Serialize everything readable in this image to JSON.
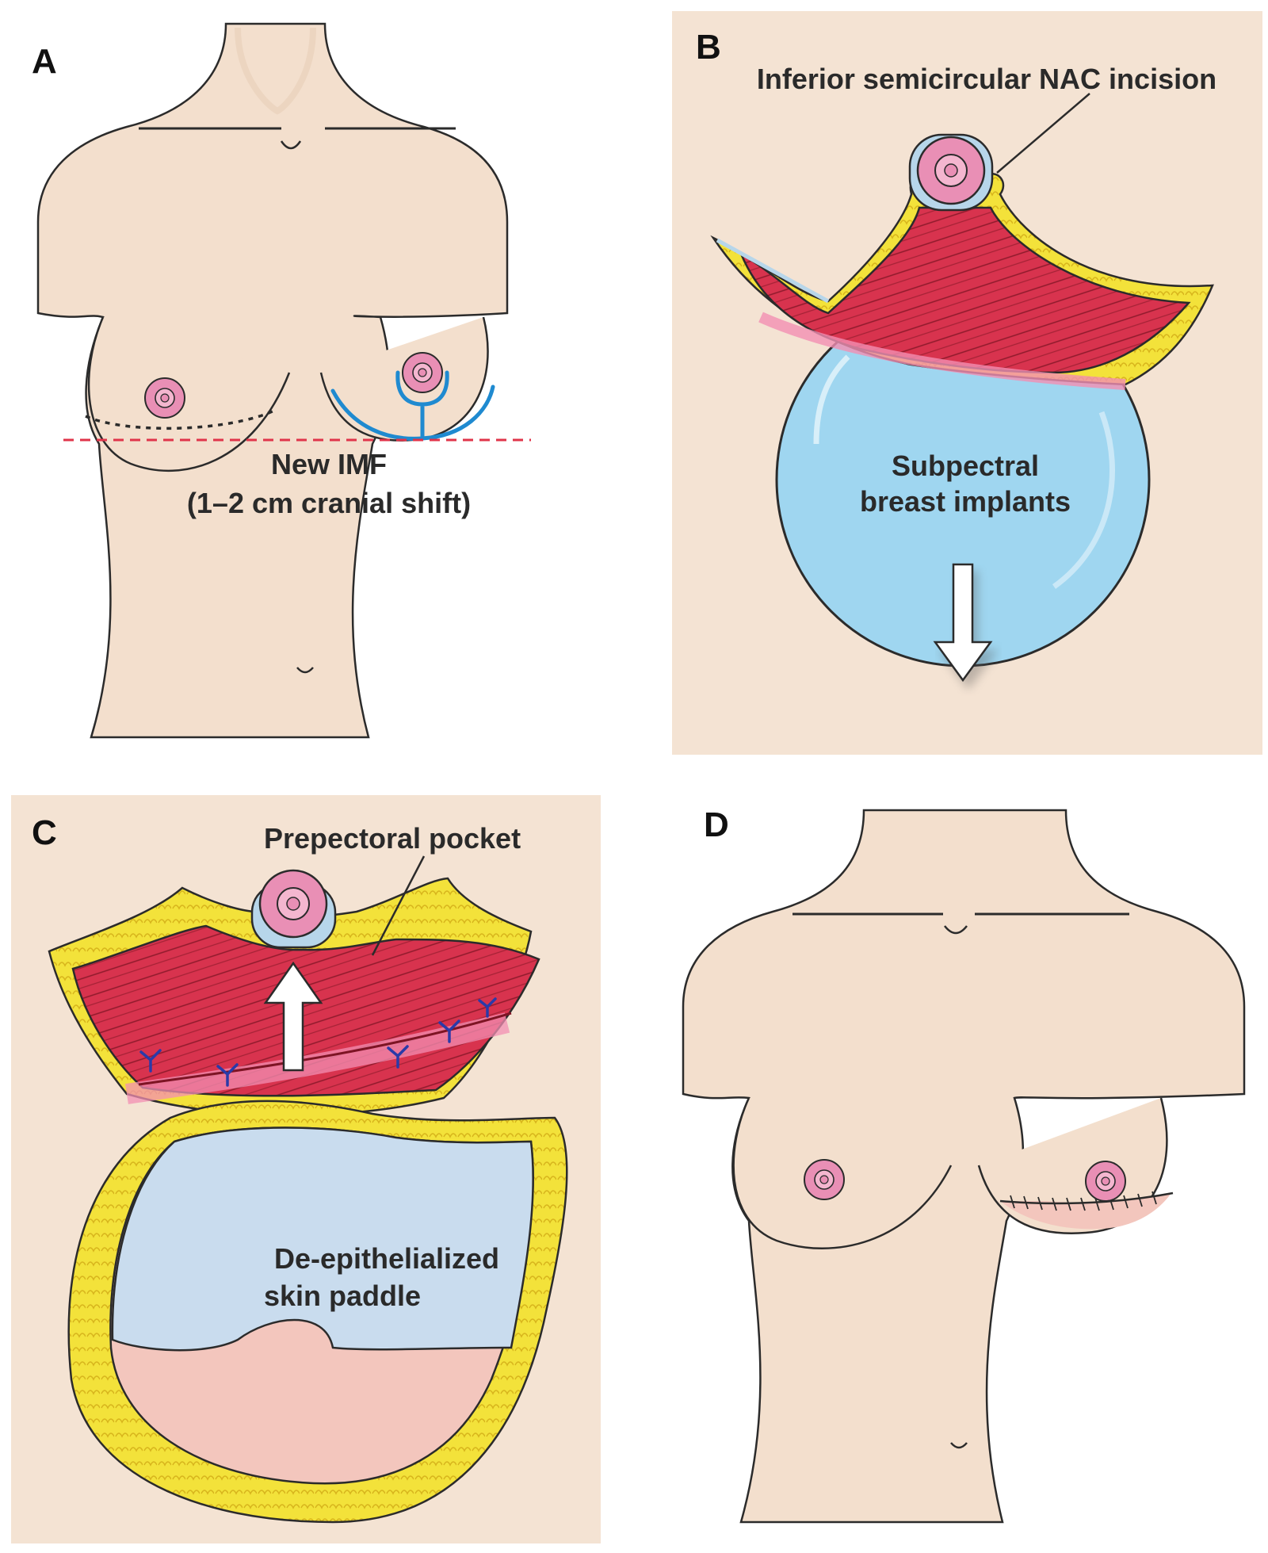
{
  "panels": {
    "a": {
      "letter": "A",
      "imf_label_line1": "New IMF",
      "imf_label_line2": "(1–2 cm cranial shift)"
    },
    "b": {
      "letter": "B",
      "incision_label": "Inferior semicircular NAC incision",
      "implant_label_line1": "Subpectral",
      "implant_label_line2": "breast implants"
    },
    "c": {
      "letter": "C",
      "pocket_label": "Prepectoral pocket",
      "paddle_label_line1": "De-epithelialized",
      "paddle_label_line2": "skin paddle"
    },
    "d": {
      "letter": "D"
    }
  },
  "colors": {
    "skin": "#f3dfcd",
    "panel_bg": "#f4e3d3",
    "outline": "#2b2b2b",
    "areola": "#e98fb5",
    "muscle": "#d8334e",
    "fat": "#f3e23a",
    "implant": "#9fd6f0",
    "paddle": "#c9dcee",
    "dermis": "#f3c6bd",
    "incision_blue": "#1f8ad0",
    "imf_line": "#e0344a",
    "suture": "#2a3aa8"
  }
}
